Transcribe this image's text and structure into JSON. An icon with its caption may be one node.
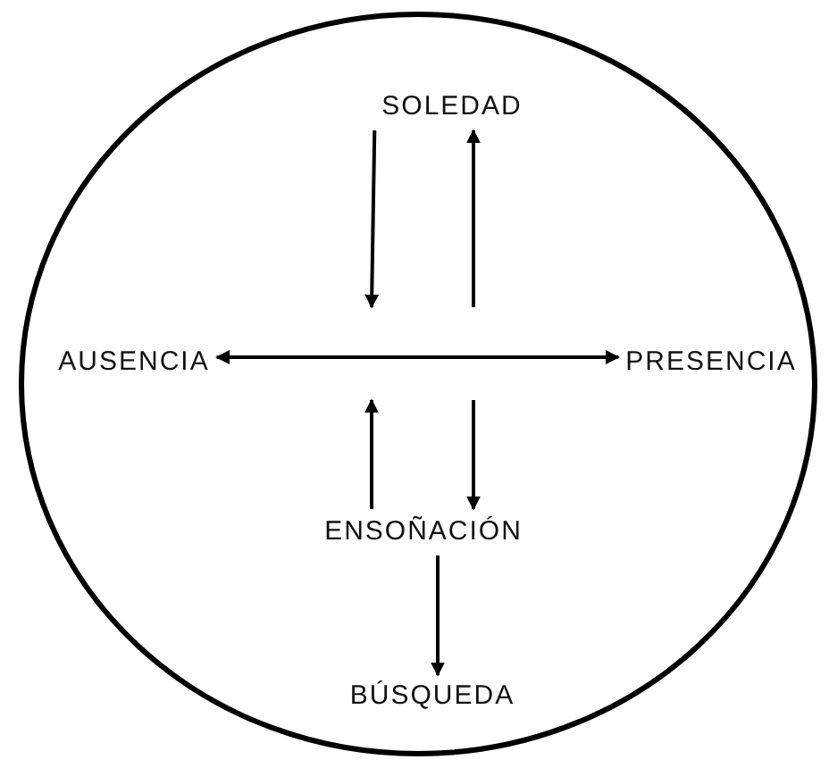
{
  "diagram": {
    "nodes": [
      {
        "text": [],
        "shape": "circle"
      },
      {
        "text": [
          "SOLEDAD"
        ],
        "in": 0
      },
      {
        "text": [
          "AUSENCIA"
        ],
        "in": 0
      },
      {
        "text": [
          "PRESENCIA"
        ],
        "in": 0
      },
      {
        "text": [
          "ENSOÑACIÓN"
        ],
        "in": 0
      },
      {
        "text": [
          "BÚSQUEDA"
        ],
        "in": 0
      }
    ],
    "edges": [
      {
        "from": 1,
        "to": null,
        "arrow": "to"
      },
      {
        "from": null,
        "to": 1,
        "arrow": "to"
      },
      {
        "from": 2,
        "to": 3,
        "arrow": "both"
      },
      {
        "from": 4,
        "to": null,
        "arrow": "to"
      },
      {
        "from": null,
        "to": 4,
        "arrow": "to"
      },
      {
        "from": 4,
        "to": 5,
        "arrow": "to"
      }
    ]
  }
}
